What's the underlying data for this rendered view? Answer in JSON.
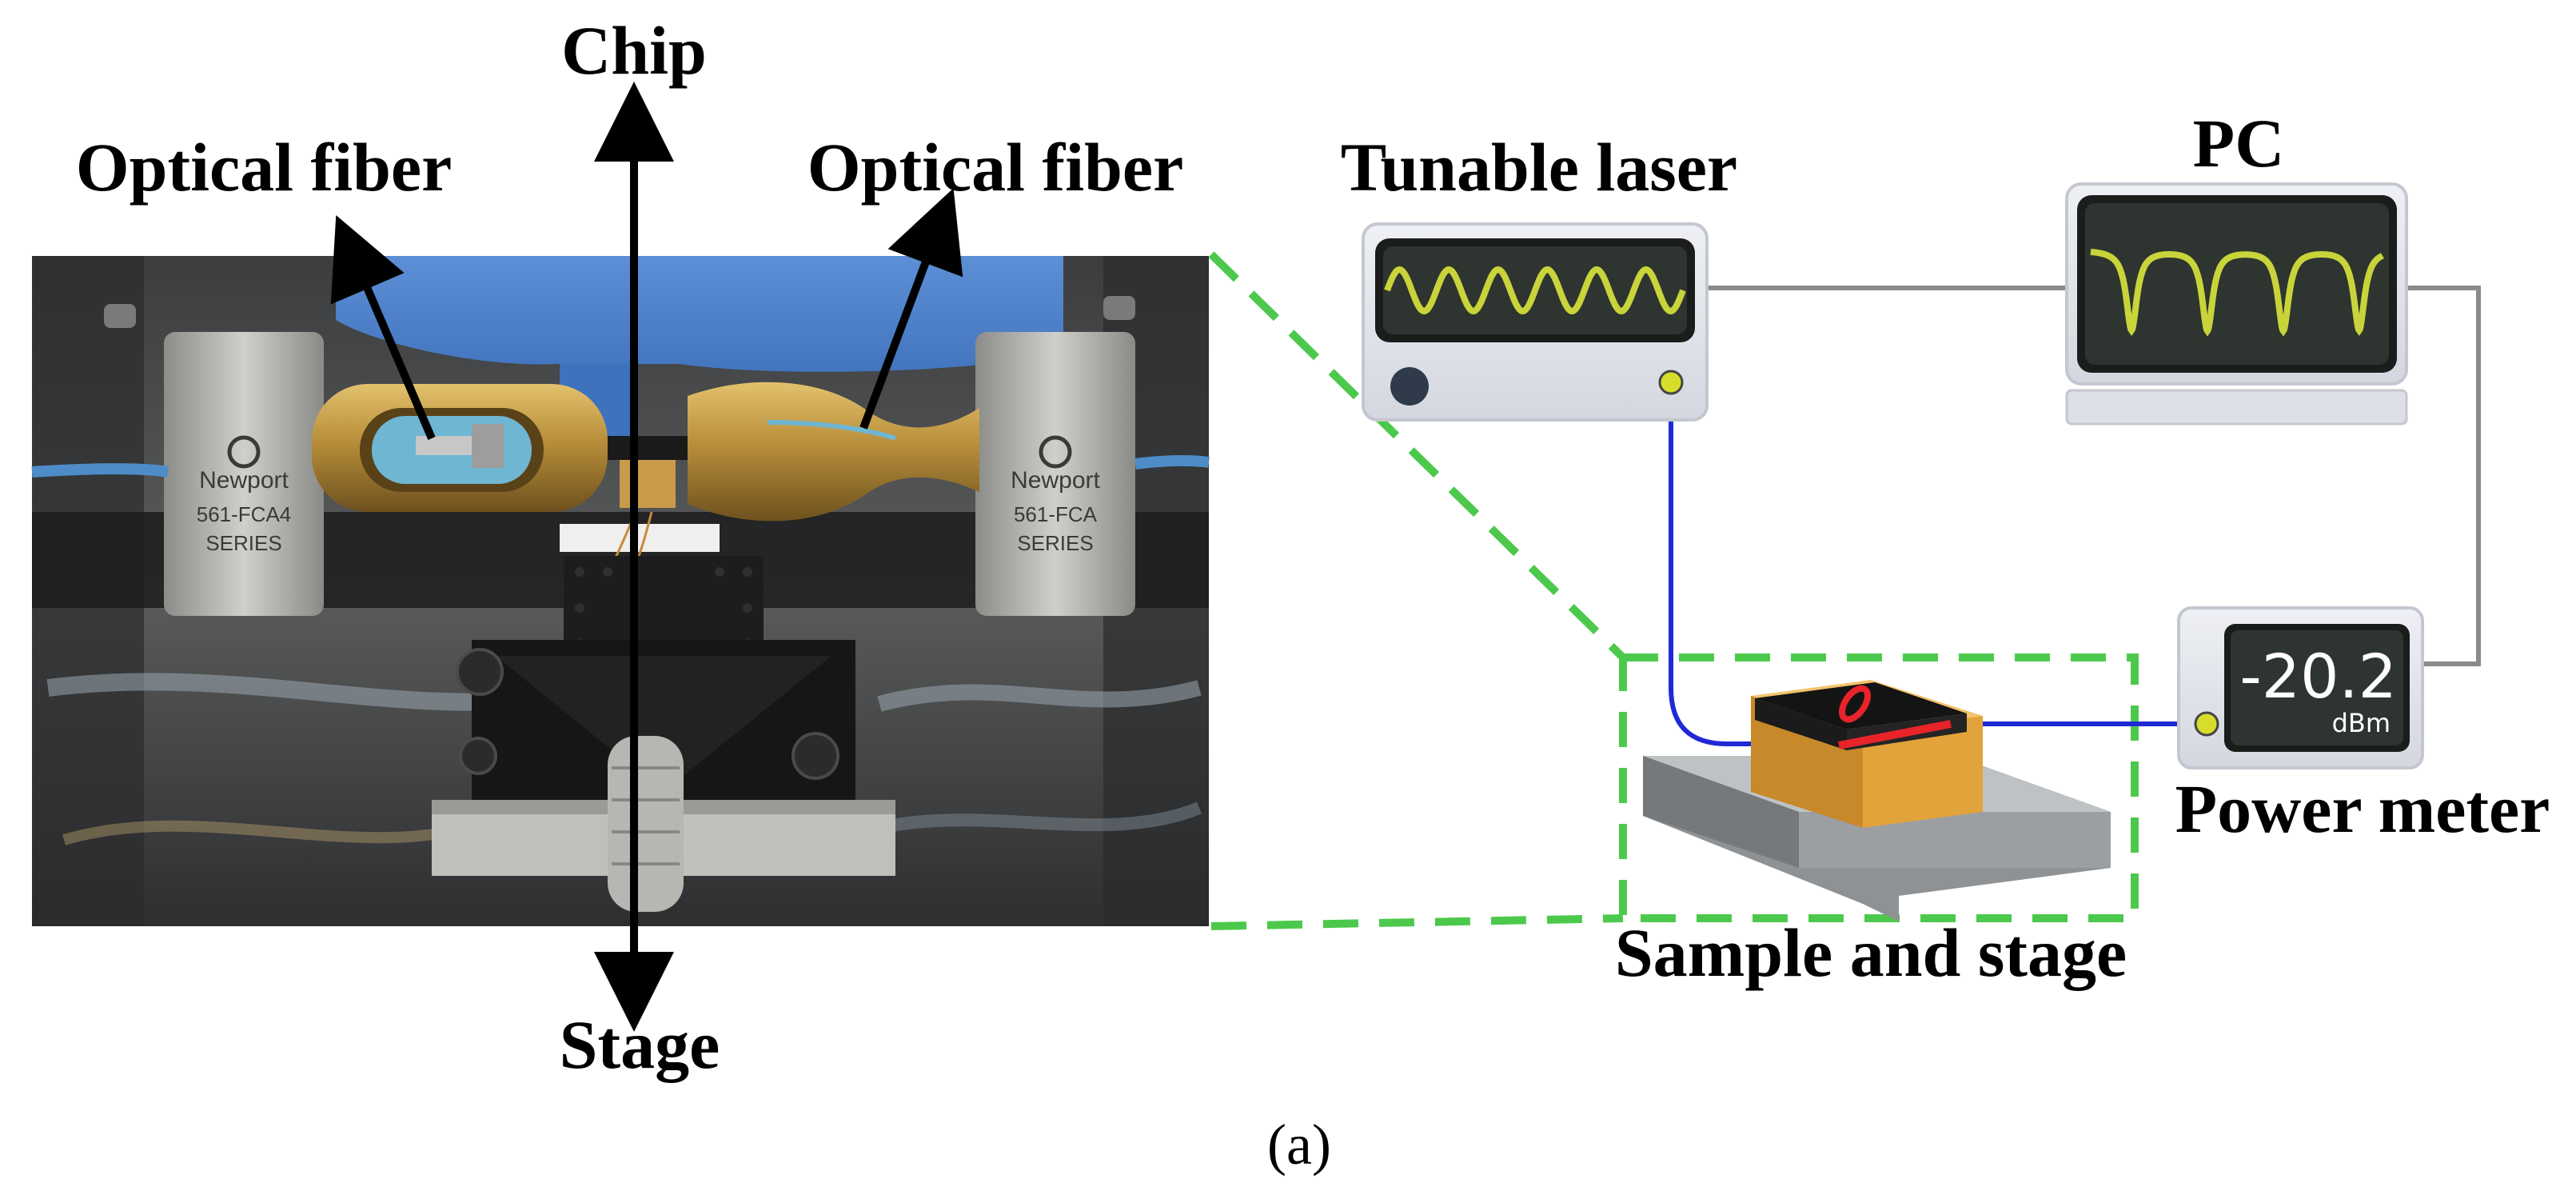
{
  "labels": {
    "chip": "Chip",
    "stage": "Stage",
    "optical_fiber_left": "Optical fiber",
    "optical_fiber_right": "Optical fiber",
    "tunable_laser": "Tunable laser",
    "pc": "PC",
    "power_meter": "Power meter",
    "sample_and_stage": "Sample and stage",
    "caption": "(a)"
  },
  "photo": {
    "brand_left": "Newport",
    "model_left": "561-FCA4",
    "series_left": "SERIES",
    "brand_right": "Newport",
    "model_right": "561-FCA",
    "series_right": "SERIES"
  },
  "power_meter": {
    "value": "-20.2",
    "unit": "dBm"
  },
  "colors": {
    "dashed_outline": "#4cc94c",
    "fiber_line": "#1f2ad6",
    "signal_trace": "#c8d43a",
    "instrument_body": "#dfe1e8",
    "screen": "#2e3430",
    "cable_gray": "#8a8a8a",
    "brass": "#b98f3c",
    "chip_red": "#e8232a",
    "chip_gold": "#e2a43a"
  },
  "icons": {
    "arrows": "double-headed-arrow-icon",
    "fiber_pointers": "arrow-icon"
  }
}
